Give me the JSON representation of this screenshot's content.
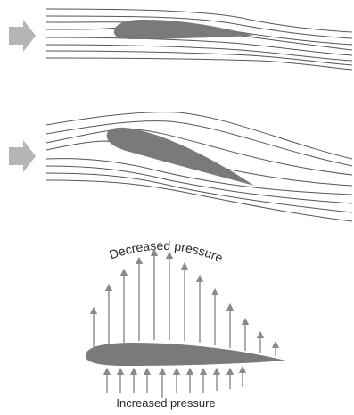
{
  "panels": [
    {
      "name": "low-angle-airflow",
      "description_visible": false
    },
    {
      "name": "high-angle-airflow",
      "description_visible": false
    },
    {
      "name": "pressure-distribution"
    }
  ],
  "labels": {
    "decreased": "Decreased pressure",
    "increased": "Increased pressure"
  },
  "colors": {
    "airfoil": "#7a7a7a",
    "streamline": "#555555",
    "arrow": "#8a8a8a",
    "flow_indicator": "#b0b0b0"
  },
  "icons": {
    "flow_indicator": "arrow-right-icon"
  }
}
